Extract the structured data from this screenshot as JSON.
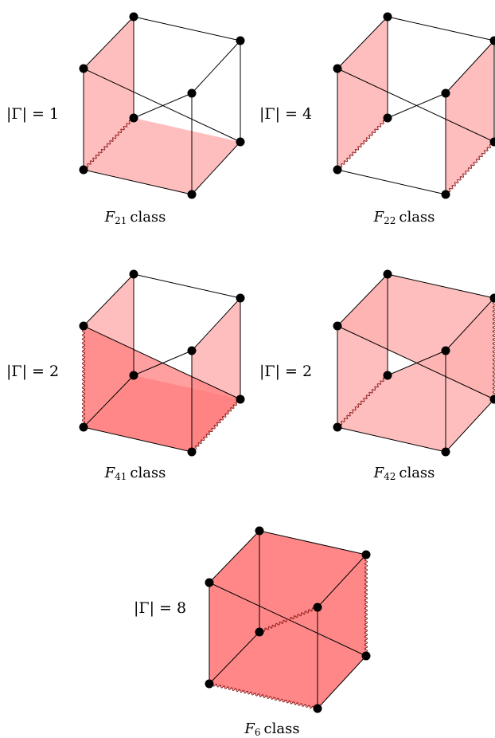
{
  "colors": {
    "face_light": "#ffb3b3",
    "face_dark": "#ff7f7f",
    "edge": "#000000",
    "wavy_edge": "#8b1a1a",
    "vertex": "#000000"
  },
  "panels": [
    {
      "id": "F21",
      "gamma_label": "|Γ| = 1",
      "caption_symbol": "F",
      "caption_subscript": "21",
      "caption_text": "class",
      "wavy_edges": [
        "a-c"
      ],
      "faces": [
        {
          "face": "a-b-d-c",
          "shade": "light"
        },
        {
          "face": "a-e-f-c",
          "shade": "light"
        }
      ]
    },
    {
      "id": "F22",
      "gamma_label": "|Γ| = 4",
      "caption_symbol": "F",
      "caption_subscript": "22",
      "caption_text": "class",
      "wavy_edges": [
        "a-c",
        "e-f"
      ],
      "faces": [
        {
          "face": "a-b-d-c",
          "shade": "light"
        },
        {
          "face": "e-g-h-f",
          "shade": "light"
        }
      ]
    },
    {
      "id": "F41",
      "gamma_label": "|Γ| = 2",
      "caption_symbol": "F",
      "caption_subscript": "41",
      "caption_text": "class",
      "wavy_edges": [
        "b-a",
        "e-f"
      ],
      "faces": [
        {
          "face": "a-b-d-c",
          "shade": "light"
        },
        {
          "face": "e-g-h-f",
          "shade": "light"
        },
        {
          "face": "a-e-f-c",
          "shade": "dark"
        },
        {
          "face": "a-b-f-e",
          "shade": "dark"
        }
      ]
    },
    {
      "id": "F42",
      "gamma_label": "|Γ| = 2",
      "caption_symbol": "F",
      "caption_subscript": "42",
      "caption_text": "class",
      "wavy_edges": [
        "a-c",
        "h-f"
      ],
      "faces": [
        {
          "face": "a-b-d-c",
          "shade": "light"
        },
        {
          "face": "e-g-h-f",
          "shade": "light"
        },
        {
          "face": "a-c-g-e",
          "shade": "light"
        },
        {
          "face": "b-d-h-f",
          "shade": "light"
        }
      ]
    },
    {
      "id": "F6",
      "gamma_label": "|Γ| = 8",
      "caption_symbol": "F",
      "caption_subscript": "6",
      "caption_text": "class",
      "wavy_edges": [
        "c-g",
        "a-e",
        "f-h"
      ],
      "faces": [
        {
          "face": "a-b-d-c",
          "shade": "dark"
        },
        {
          "face": "e-g-h-f",
          "shade": "dark"
        },
        {
          "face": "a-c-g-e",
          "shade": "dark"
        },
        {
          "face": "b-d-h-f",
          "shade": "dark"
        },
        {
          "face": "a-b-f-e",
          "shade": "dark"
        },
        {
          "face": "c-d-h-g",
          "shade": "dark"
        }
      ]
    }
  ]
}
